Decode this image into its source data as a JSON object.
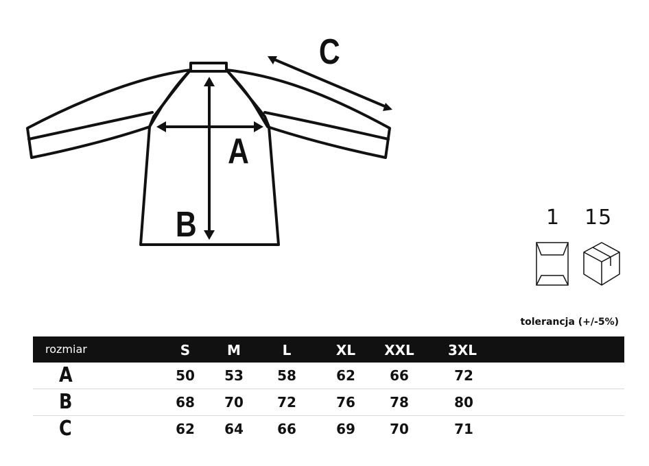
{
  "diagram": {
    "labels": {
      "a": "A",
      "b": "B",
      "c": "C"
    }
  },
  "packaging": {
    "bag_count": "1",
    "box_count": "15",
    "bag_icon": "polybag-icon",
    "box_icon": "carton-box-icon"
  },
  "tolerance": "tolerancja (+/-5%)",
  "table": {
    "header_label": "rozmiar",
    "sizes": [
      "S",
      "M",
      "L",
      "XL",
      "XXL",
      "3XL"
    ],
    "rows": [
      {
        "label": "A",
        "values": [
          "50",
          "53",
          "58",
          "62",
          "66",
          "72"
        ]
      },
      {
        "label": "B",
        "values": [
          "68",
          "70",
          "72",
          "76",
          "78",
          "80"
        ]
      },
      {
        "label": "C",
        "values": [
          "62",
          "64",
          "66",
          "69",
          "70",
          "71"
        ]
      }
    ]
  },
  "colors": {
    "ink": "#111111",
    "header_bg": "#111111",
    "row_divider": "#d8d8d8"
  }
}
